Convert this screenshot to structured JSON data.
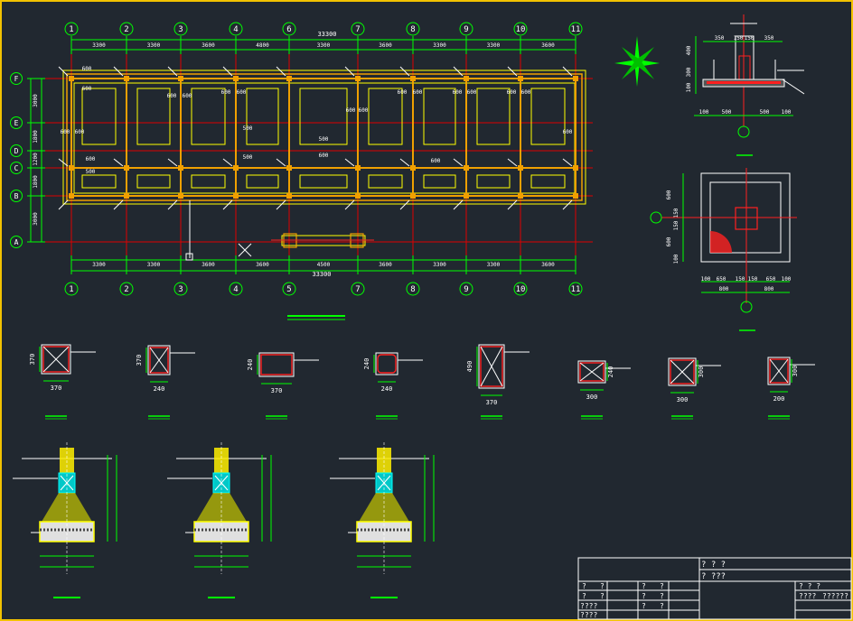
{
  "colors": {
    "bg": "#212830",
    "frame": "#f2c200",
    "axis": "#e00000",
    "beam": "#ffff00",
    "wall": "#f0a000",
    "dim": "#00ff00",
    "white": "#ffffff",
    "cyan": "#00ffff",
    "red": "#ff2020"
  },
  "plan": {
    "total_top": "33300",
    "total_bottom": "33300",
    "axes_top": [
      "1",
      "2",
      "3",
      "4",
      "6",
      "7",
      "8",
      "9",
      "10",
      "11"
    ],
    "axes_bottom": [
      "1",
      "2",
      "3",
      "4",
      "5",
      "7",
      "8",
      "9",
      "10",
      "11"
    ],
    "dims_top": [
      "3300",
      "3300",
      "3600",
      "4800",
      "3300",
      "3600",
      "3300",
      "3300",
      "3600"
    ],
    "dims_bottom": [
      "3300",
      "3300",
      "3600",
      "3600",
      "4500",
      "3600",
      "3300",
      "3300",
      "3600"
    ],
    "rows": [
      "F",
      "E",
      "D",
      "C",
      "B",
      "A"
    ],
    "row_dims": [
      "3000",
      "1800",
      "1200",
      "1800",
      "3000"
    ],
    "beam_labels": [
      "600",
      "600",
      "600",
      "600",
      "600",
      "600",
      "600",
      "600",
      "600",
      "600",
      "600",
      "600",
      "600",
      "600",
      "600",
      "600",
      "600",
      "600",
      "500",
      "500",
      "500",
      "600",
      "500",
      "600"
    ]
  },
  "found_detail": {
    "top": [
      "350",
      "150",
      "150",
      "350"
    ],
    "left": [
      "400",
      "300",
      "100"
    ],
    "bottom": [
      "100",
      "500",
      "500",
      "100"
    ]
  },
  "pad_detail": {
    "left": [
      "600",
      "150",
      "150",
      "600",
      "100"
    ],
    "bottom1": [
      "100",
      "650",
      "150",
      "150",
      "650",
      "100"
    ],
    "bottom2": [
      "800",
      "800"
    ]
  },
  "columns": [
    {
      "w": "370",
      "h": "370"
    },
    {
      "w": "240",
      "h": "370"
    },
    {
      "w": "370",
      "h": "240"
    },
    {
      "w": "240",
      "h": "240"
    },
    {
      "w": "370",
      "h": "490"
    },
    {
      "w": "300",
      "h": "240"
    },
    {
      "w": "300",
      "h": "300"
    },
    {
      "w": "200",
      "h": "300"
    }
  ],
  "title_block": {
    "project": "? ? ?",
    "drawing": "? ???",
    "cells": [
      "?",
      "?",
      "?",
      "?",
      "?",
      "?",
      "?",
      "?",
      "????",
      "?",
      "?",
      "????",
      "? ? ?",
      "????",
      "??????"
    ]
  }
}
